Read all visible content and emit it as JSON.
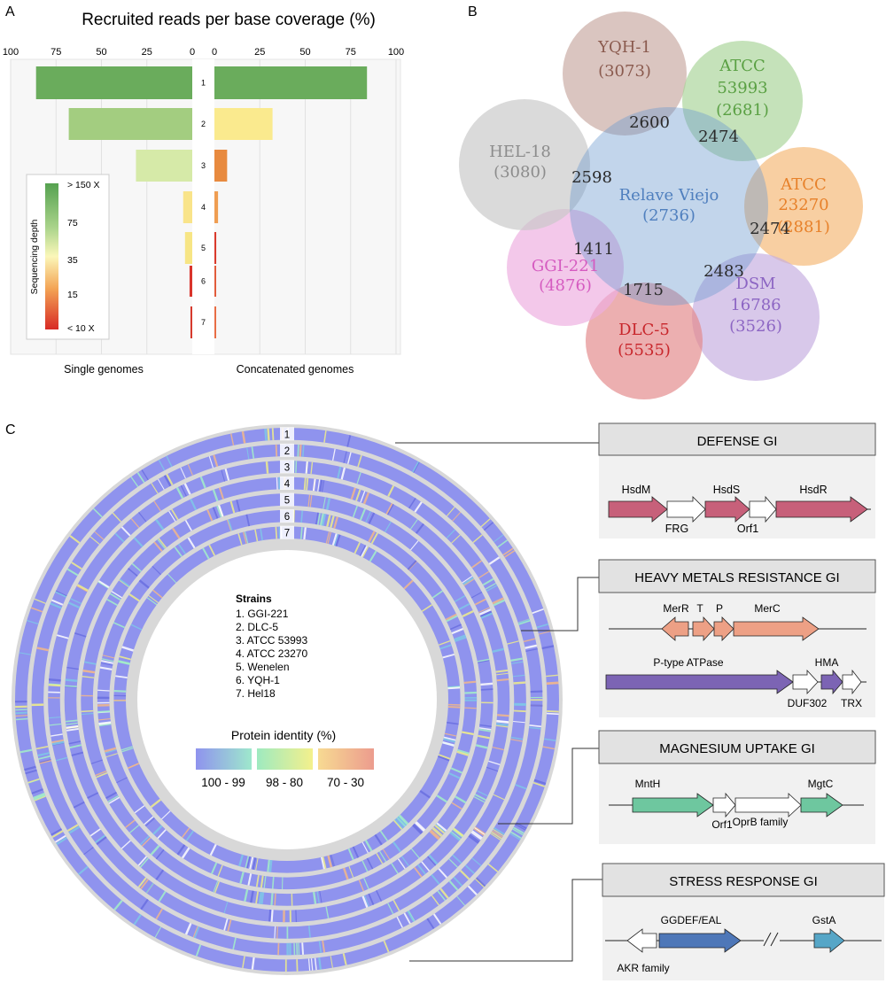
{
  "panels": {
    "a": "A",
    "b": "B",
    "c": "C"
  },
  "panel_a": {
    "title": "Recruited reads per base coverage (%)",
    "left_ticks": [
      "100",
      "75",
      "50",
      "25",
      "0"
    ],
    "right_ticks": [
      "0",
      "25",
      "50",
      "75",
      "100"
    ],
    "left_label": "Single genomes",
    "right_label": "Concatenated genomes",
    "legend": {
      "title": "Sequencing depth",
      "labels": [
        "> 150 X",
        "75",
        "35",
        "15",
        "< 10 X"
      ]
    }
  },
  "chart_data": {
    "type": "bar",
    "title": "Recruited reads per base coverage (%)",
    "categories": [
      "1",
      "2",
      "3",
      "4",
      "5",
      "6",
      "7"
    ],
    "series": [
      {
        "name": "Single genomes",
        "values": [
          86,
          68,
          31,
          5,
          4,
          1.5,
          1
        ],
        "colors": [
          "#6aac5c",
          "#a3cd80",
          "#d6eaa8",
          "#f9e48a",
          "#f7e585",
          "#d9342b",
          "#d63a2d"
        ]
      },
      {
        "name": "Concatenated genomes",
        "values": [
          84,
          32,
          7,
          2,
          1,
          0.5,
          0.3
        ],
        "colors": [
          "#6aac5c",
          "#faea8e",
          "#e88a3f",
          "#ef9d52",
          "#d93a2c",
          "#e15c3c",
          "#e86d45"
        ]
      }
    ],
    "xlim": [
      0,
      100
    ],
    "grid": true,
    "legend": "bottom-left"
  },
  "venn": {
    "center": {
      "name": "Relave Viejo",
      "count": "(2736)",
      "color": "#6e9bd0"
    },
    "petals": [
      {
        "lines": [
          "YQH-1",
          "(3073)"
        ],
        "color": "#c9aaa2",
        "text_color": "#8a5a4e"
      },
      {
        "lines": [
          "ATCC",
          "53993",
          "(2681)"
        ],
        "color": "#a9d49a",
        "text_color": "#5aa043"
      },
      {
        "lines": [
          "ATCC",
          "23270",
          "(2881)"
        ],
        "color": "#f5b876",
        "text_color": "#e7812a"
      },
      {
        "lines": [
          "DSM",
          "16786",
          "(3526)"
        ],
        "color": "#c5aee0",
        "text_color": "#8c65c3"
      },
      {
        "lines": [
          "DLC-5",
          "(5535)"
        ],
        "color": "#e3898a",
        "text_color": "#c8262b"
      },
      {
        "lines": [
          "GGI-221",
          "(4876)"
        ],
        "color": "#edaee0",
        "text_color": "#d55bc0"
      },
      {
        "lines": [
          "HEL-18",
          "(3080)"
        ],
        "color": "#c9c9c9",
        "text_color": "#8c8c8c"
      }
    ],
    "overlaps": [
      "2600",
      "2474",
      "2474",
      "2483",
      "1715",
      "1411",
      "2598"
    ]
  },
  "panel_c": {
    "ring_numbers": [
      "1",
      "2",
      "3",
      "4",
      "5",
      "6",
      "7"
    ],
    "strains_title": "Strains",
    "strains": [
      "1.    GGI-221",
      "2.    DLC-5",
      "3.    ATCC 53993",
      "4.    ATCC 23270",
      "5.    Wenelen",
      "6.    YQH-1",
      "7.    Hel18"
    ],
    "identity": {
      "title": "Protein identity (%)",
      "labels": [
        "100 - 99",
        "98 - 80",
        "70 - 30"
      ]
    },
    "islands": [
      {
        "title": "DEFENSE GI",
        "labels": [
          "HsdM",
          "HsdS",
          "HsdR",
          "FRG",
          "Orf1"
        ]
      },
      {
        "title": "HEAVY METALS RESISTANCE GI",
        "labels": [
          "MerR",
          "T",
          "P",
          "MerC",
          "P-type ATPase",
          "HMA",
          "DUF302",
          "TRX"
        ]
      },
      {
        "title": "MAGNESIUM UPTAKE GI",
        "labels": [
          "MntH",
          "MgtC",
          "Orf1",
          "OprB family"
        ]
      },
      {
        "title": "STRESS RESPONSE GI",
        "labels": [
          "GGDEF/EAL",
          "GstA",
          "AKR family"
        ]
      }
    ],
    "colors": {
      "defense": "#c7607a",
      "metal": "#eda085",
      "atpase": "#7c64b4",
      "magnesium": "#6ec79f",
      "ggdef": "#4e77b8",
      "gsta": "#56a6c7",
      "ring_base": "#8f93ee"
    }
  }
}
